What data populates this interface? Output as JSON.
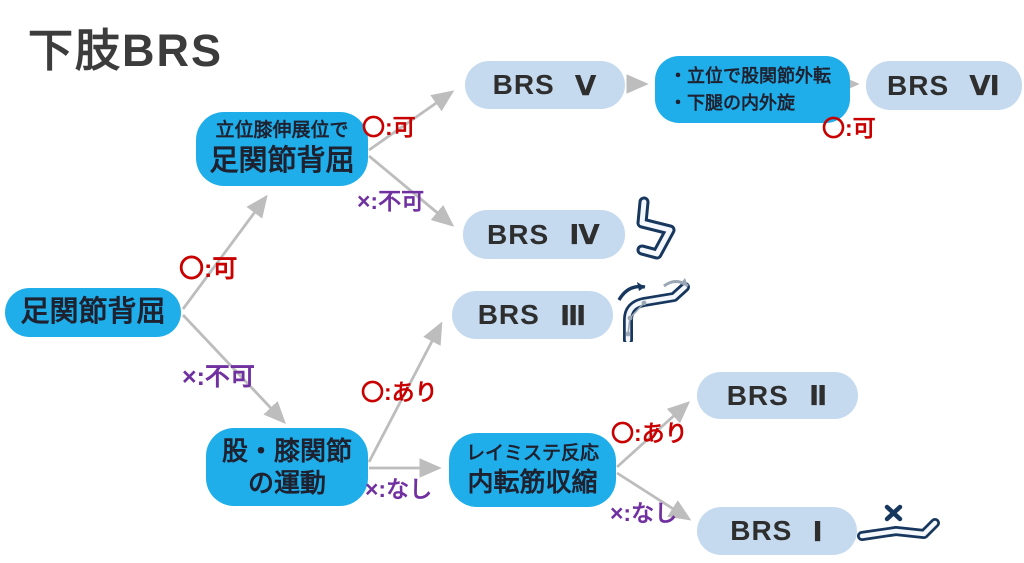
{
  "title": "下肢BRS",
  "colors": {
    "node_cyan": "#1FAEEA",
    "stage_blue": "#C5DAEF",
    "node_text": "#1E2230",
    "stage_text": "#2E2E2E",
    "label_red": "#C80000",
    "label_purple": "#7030A0",
    "arrow_gray": "#BDBDBD",
    "title_color": "#3C3C3C",
    "icon_navy": "#17375E",
    "icon_fill": "#F4F8FC"
  },
  "nodes": {
    "root": {
      "label": "足関節背屈"
    },
    "standing": {
      "line1": "立位膝伸展位で",
      "line2": "足関節背屈"
    },
    "hip_knee": {
      "line1": "股・膝関節",
      "line2": "の運動"
    },
    "raimiste": {
      "line1": "レイミステ反応",
      "line2": "内転筋収縮"
    },
    "criteria": {
      "line1": "・立位で股関節外転",
      "line2": "・下腿の内外旋"
    }
  },
  "stages": {
    "brs6": {
      "prefix": "BRS",
      "numeral": "Ⅵ"
    },
    "brs5": {
      "prefix": "BRS",
      "numeral": "Ⅴ"
    },
    "brs4": {
      "prefix": "BRS",
      "numeral": "Ⅳ"
    },
    "brs3": {
      "prefix": "BRS",
      "numeral": "Ⅲ"
    },
    "brs2": {
      "prefix": "BRS",
      "numeral": "Ⅱ"
    },
    "brs1": {
      "prefix": "BRS",
      "numeral": "Ⅰ"
    }
  },
  "edge_labels": {
    "root_yes": "〇:可",
    "root_no": "×:不可",
    "standing_yes": "〇:可",
    "standing_no": "×:不可",
    "criteria_yes": "〇:可",
    "hip_knee_yes": "〇:あり",
    "hip_knee_no": "×:なし",
    "raimiste_yes": "〇:あり",
    "raimiste_no": "×:なし"
  },
  "icons": {
    "brs4": "sitting-bent-leg-icon",
    "brs3": "knee-flexion-rotation-icon",
    "brs1": "lying-flaccid-leg-icon"
  }
}
